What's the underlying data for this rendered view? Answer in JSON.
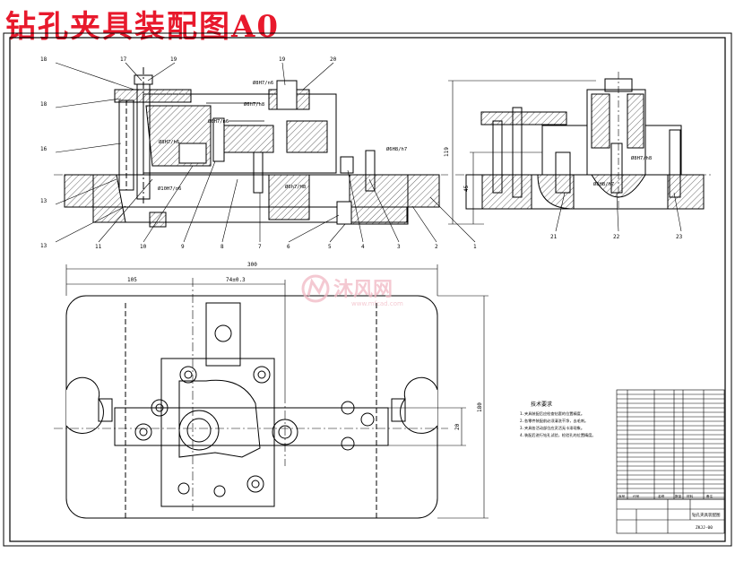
{
  "title": "钻孔夹具装配图A0",
  "watermark": {
    "brand": "沐风网",
    "url": "www.mfcad.com",
    "color": "#f1b8c3"
  },
  "colors": {
    "title": "#e8192c",
    "line": "#000000",
    "hatch": "#555555"
  },
  "front_view": {
    "top_labels": [
      "18",
      "17",
      "19",
      "19",
      "20"
    ],
    "left_labels": [
      "18",
      "16",
      "13",
      "13"
    ],
    "bottom_labels": [
      "11",
      "10",
      "9",
      "8",
      "7",
      "6",
      "5",
      "4",
      "3",
      "2",
      "1"
    ],
    "fits": [
      "Ø8H7/n6",
      "Ø6H7/n6",
      "Ø6h7/h8",
      "Ø8H7/h6",
      "Ø10H7/n6",
      "Ø6h7/H8",
      "Ø6H8/h7"
    ]
  },
  "side_view": {
    "height_total": "119",
    "height_partial": "45",
    "fits": [
      "Ø8H7/h8",
      "Ø8H8/h7"
    ],
    "bottom_labels": [
      "21",
      "22",
      "23"
    ]
  },
  "plan_view": {
    "overall_width": "300",
    "left_offset": "105",
    "center_offset": "74±0.3",
    "height": "180",
    "inner_height": "20"
  },
  "notes": {
    "heading": "技术要求",
    "lines": [
      "1.夹具装配后应检查钻套的位置精度。",
      "2.各零件装配前必须清洗干净，去毛刺。",
      "3.夹具各活动部位应灵活无卡滞现象。",
      "4.装配后进行钻孔试验，检验孔的位置精度。"
    ]
  },
  "title_block": {
    "name": "钻孔夹具装配图",
    "drawing_no": "ZKJJ-00",
    "header": [
      "序号",
      "代号",
      "名称",
      "数量",
      "材料",
      "备注"
    ]
  }
}
